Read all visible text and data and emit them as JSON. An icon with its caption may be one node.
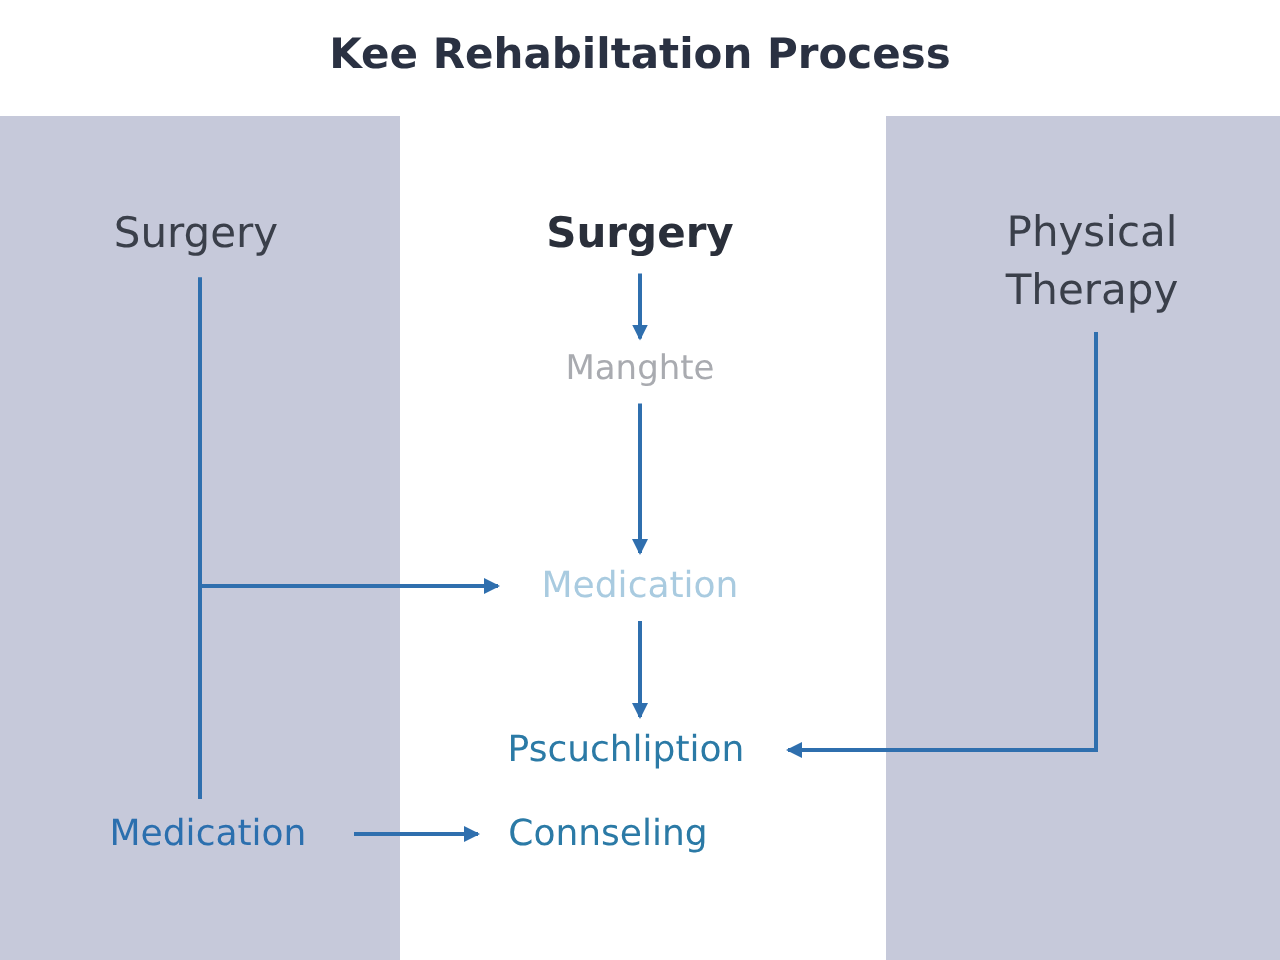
{
  "diagram": {
    "title": "Kee Rehabiltation Process",
    "nodes": [
      {
        "text": [
          "Surgery"
        ]
      },
      {
        "text": [
          "Surgery"
        ]
      },
      {
        "text": [
          "Manghte"
        ]
      },
      {
        "text": [
          "Physical Therapy"
        ]
      },
      {
        "text": [
          "Medication"
        ]
      },
      {
        "text": [
          "Pscuchliption"
        ]
      },
      {
        "text": [
          "Medication"
        ]
      },
      {
        "text": [
          "Connseling"
        ]
      }
    ],
    "edges": [
      {
        "from": 1,
        "to": 2,
        "arrow": "to"
      },
      {
        "from": 2,
        "to": 4,
        "arrow": "to"
      },
      {
        "from": 0,
        "to": 4,
        "arrow": "to"
      },
      {
        "from": 0,
        "to": 6,
        "arrow": "none"
      },
      {
        "from": 4,
        "to": 5,
        "arrow": "to"
      },
      {
        "from": 3,
        "to": 5,
        "arrow": "to"
      },
      {
        "from": 6,
        "to": 7,
        "arrow": "to"
      }
    ]
  }
}
